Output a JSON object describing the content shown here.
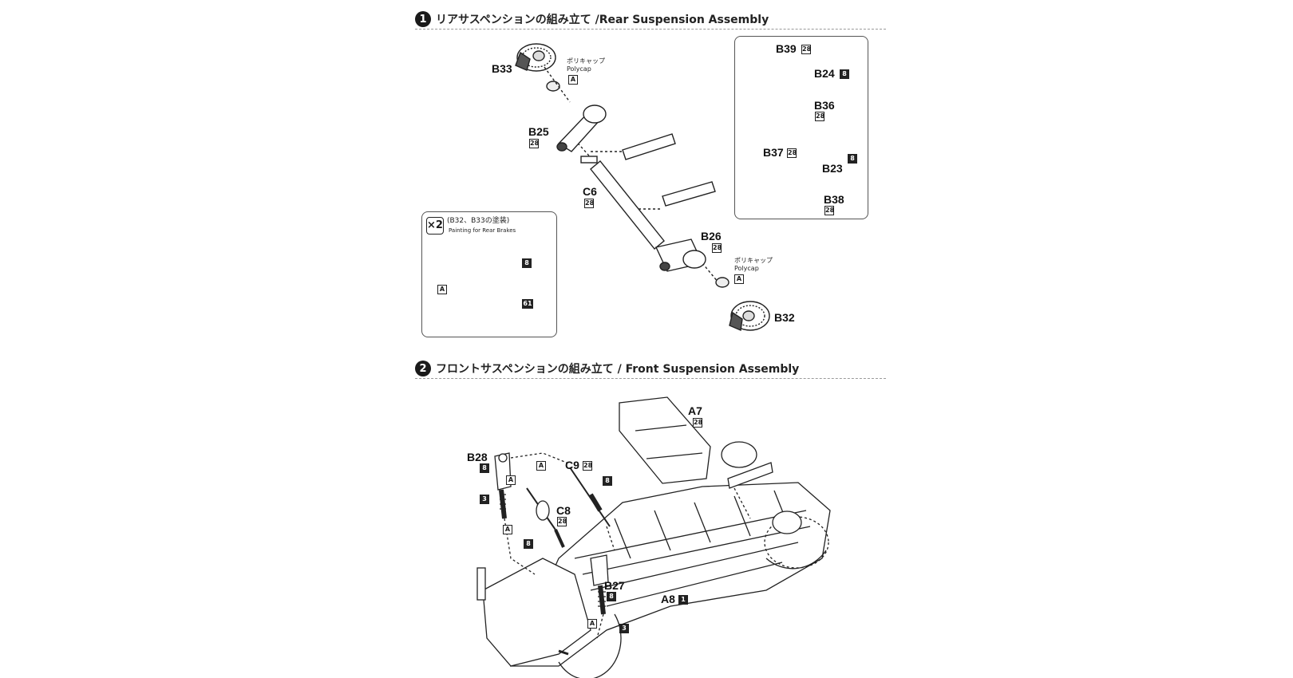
{
  "step1": {
    "number": "1",
    "title": "リアサスペンションの組み立て /Rear Suspension Assembly",
    "labels": {
      "b33": "B33",
      "b25": "B25",
      "c6": "C6",
      "b26": "B26",
      "b32": "B32",
      "b39": "B39",
      "b24": "B24",
      "b36": "B36",
      "b37": "B37",
      "b23": "B23",
      "b38": "B38"
    },
    "polycap_jp": "ポリキャップ",
    "polycap_en": "Polycap",
    "painting_box": {
      "multiplier": "×2",
      "note_jp": "(B32、B33の塗装)",
      "note_en": "Painting for Rear Brakes",
      "codes": [
        "8",
        "A",
        "61"
      ]
    }
  },
  "step2": {
    "number": "2",
    "title": "フロントサスペンションの組み立て / Front Suspension Assembly",
    "labels": {
      "a7": "A7",
      "b28": "B28",
      "c9": "C9",
      "c8": "C8",
      "b27": "B27",
      "a8": "A8"
    },
    "codes": {
      "b28_color": "8",
      "c9_color": "8",
      "c8_color": "8",
      "b27_color": "8",
      "a8_color": "1",
      "spring_left": "3",
      "spring_right": "3"
    }
  },
  "colors": {
    "ink": "#1a1a1a",
    "rule": "#9a9a9a",
    "panel_border": "#555555"
  }
}
